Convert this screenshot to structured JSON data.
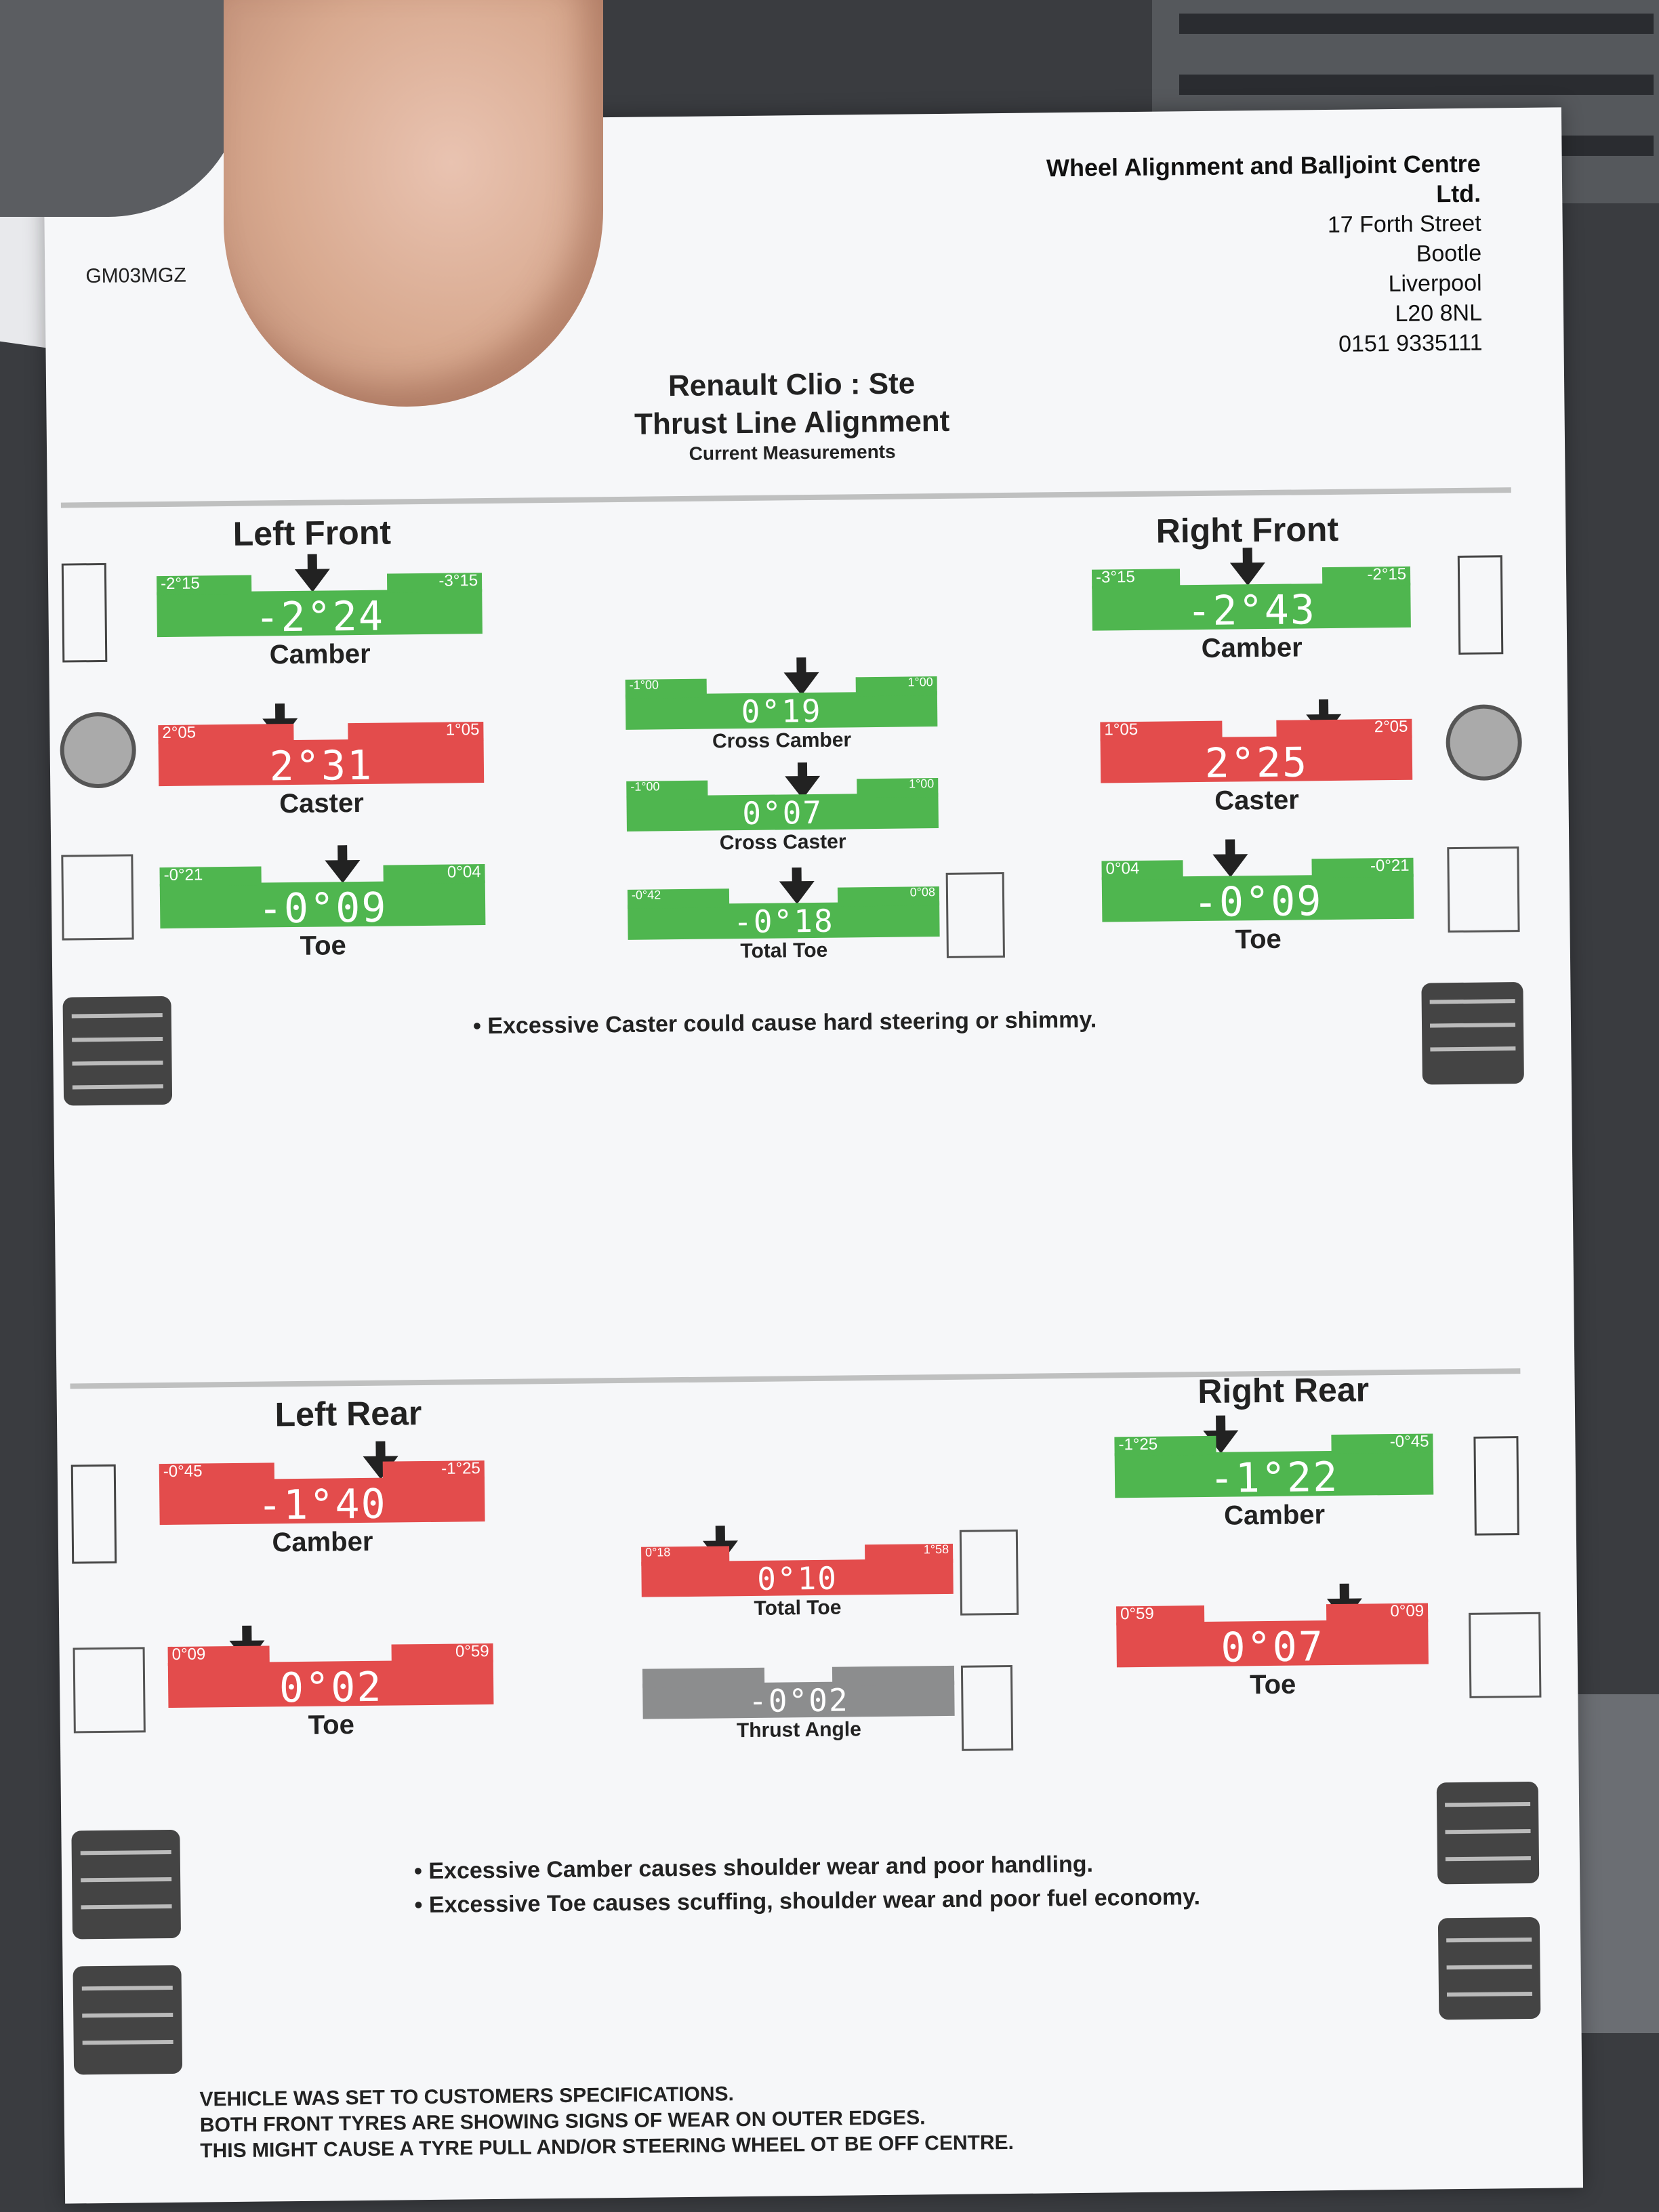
{
  "header": {
    "plate": "GM03MGZ",
    "company_name": "Wheel Alignment and Balljoint Centre",
    "company_suffix": "Ltd.",
    "address": [
      "17 Forth Street",
      "Bootle",
      "Liverpool",
      "L20 8NL",
      "0151 9335111"
    ]
  },
  "title": {
    "line1": "Renault Clio : Ste",
    "line2": "Thrust Line Alignment",
    "line3": "Current Measurements"
  },
  "front": {
    "left": {
      "title": "Left Front",
      "camber": {
        "value": "-2°24",
        "min": "-2°15",
        "max": "-3°15",
        "label": "Camber",
        "status": "green"
      },
      "caster": {
        "value": "2°31",
        "min": "2°05",
        "max": "1°05",
        "label": "Caster",
        "status": "red"
      },
      "toe": {
        "value": "-0°09",
        "min": "-0°21",
        "max": "0°04",
        "label": "Toe",
        "status": "green"
      }
    },
    "center": {
      "cross_camber": {
        "value": "0°19",
        "min": "-1°00",
        "max": "1°00",
        "label": "Cross Camber",
        "status": "green"
      },
      "cross_caster": {
        "value": "0°07",
        "min": "-1°00",
        "max": "1°00",
        "label": "Cross Caster",
        "status": "green"
      },
      "total_toe": {
        "value": "-0°18",
        "min": "-0°42",
        "max": "0°08",
        "label": "Total Toe",
        "status": "green"
      }
    },
    "right": {
      "title": "Right Front",
      "camber": {
        "value": "-2°43",
        "min": "-3°15",
        "max": "-2°15",
        "label": "Camber",
        "status": "green"
      },
      "caster": {
        "value": "2°25",
        "min": "1°05",
        "max": "2°05",
        "label": "Caster",
        "status": "red"
      },
      "toe": {
        "value": "-0°09",
        "min": "0°04",
        "max": "-0°21",
        "label": "Toe",
        "status": "green"
      }
    },
    "note": "Excessive Caster could cause hard steering or shimmy."
  },
  "rear": {
    "left": {
      "title": "Left Rear",
      "camber": {
        "value": "-1°40",
        "min": "-0°45",
        "max": "-1°25",
        "label": "Camber",
        "status": "red"
      },
      "toe": {
        "value": "0°02",
        "min": "0°09",
        "max": "0°59",
        "label": "Toe",
        "status": "red"
      }
    },
    "center": {
      "total_toe": {
        "value": "0°10",
        "min": "0°18",
        "max": "1°58",
        "label": "Total Toe",
        "status": "red"
      },
      "thrust_angle": {
        "value": "-0°02",
        "label": "Thrust Angle",
        "status": "grey"
      }
    },
    "right": {
      "title": "Right Rear",
      "camber": {
        "value": "-1°22",
        "min": "-1°25",
        "max": "-0°45",
        "label": "Camber",
        "status": "green"
      },
      "toe": {
        "value": "0°07",
        "min": "0°59",
        "max": "0°09",
        "label": "Toe",
        "status": "red"
      }
    },
    "notes": [
      "Excessive Camber causes shoulder wear and poor handling.",
      "Excessive Toe causes scuffing, shoulder wear and poor fuel economy."
    ]
  },
  "footer": [
    "VEHICLE WAS SET TO CUSTOMERS SPECIFICATIONS.",
    "BOTH FRONT TYRES ARE SHOWING SIGNS OF WEAR ON OUTER EDGES.",
    "THIS MIGHT CAUSE A TYRE PULL AND/OR STEERING WHEEL OT BE OFF CENTRE."
  ],
  "colors": {
    "green": "#4fb64f",
    "red": "#e34c4c",
    "grey": "#8c8d8e"
  }
}
